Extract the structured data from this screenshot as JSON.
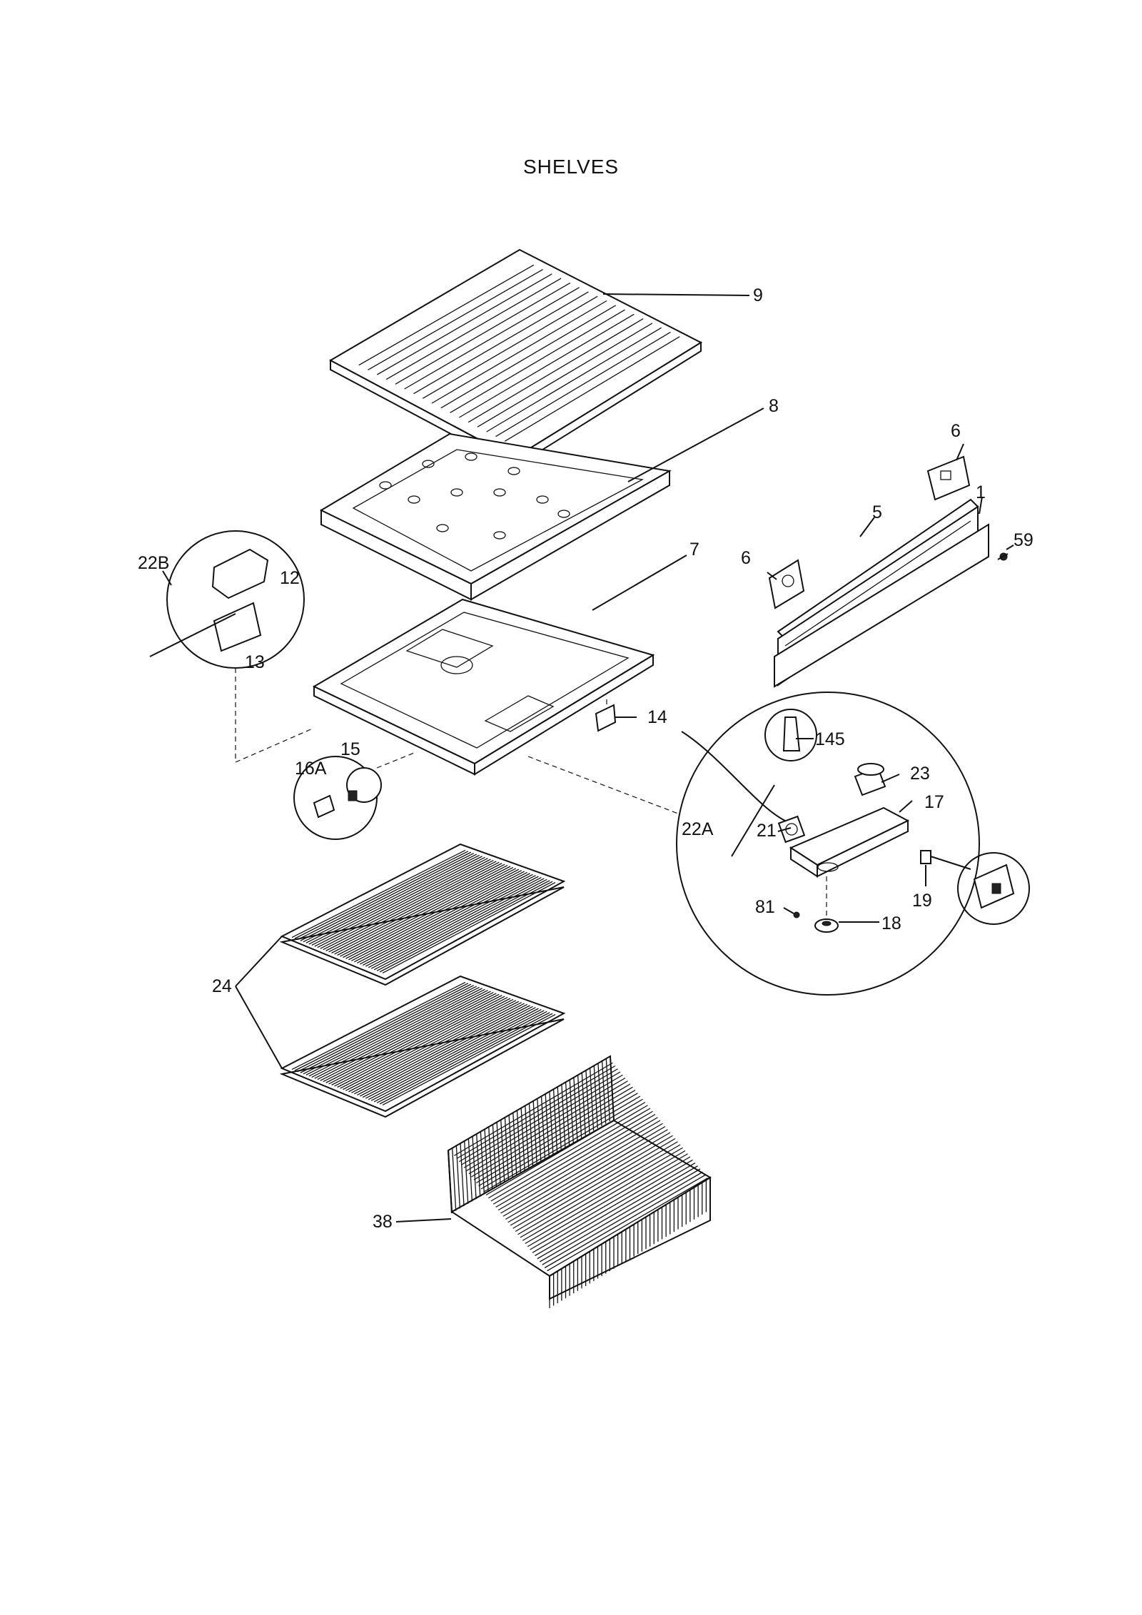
{
  "title": "SHELVES",
  "callouts": {
    "c9": "9",
    "c8": "8",
    "c7": "7",
    "c6a": "6",
    "c6b": "6",
    "c5": "5",
    "c1": "1",
    "c59": "59",
    "c22b": "22B",
    "c12": "12",
    "c13": "13",
    "c14": "14",
    "c15": "15",
    "c16a": "16A",
    "c145": "145",
    "c23": "23",
    "c17": "17",
    "c22a": "22A",
    "c21": "21",
    "c19": "19",
    "c81": "81",
    "c18": "18",
    "c24": "24",
    "c38": "38"
  }
}
